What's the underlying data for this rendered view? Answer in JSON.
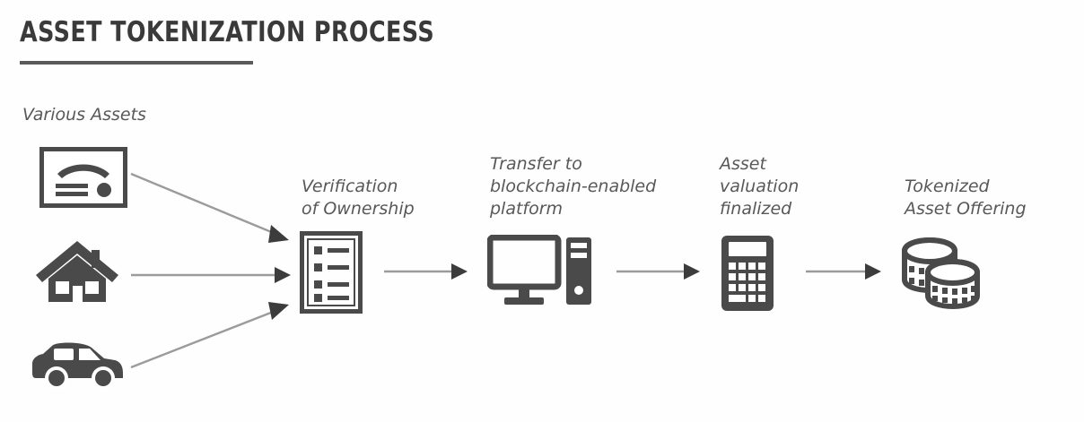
{
  "header": {
    "title": "ASSET TOKENIZATION PROCESS",
    "rule_color": "#5a5a5a"
  },
  "theme": {
    "background": "#fefefe",
    "icon_color": "#4a4a4a",
    "text_color": "#58585a",
    "title_color": "#3a3a3a",
    "arrow_line_color": "#9b9b9b",
    "arrow_head_color": "#3c3c3c"
  },
  "inputs": {
    "group_label": "Various Assets",
    "items": [
      {
        "id": "certificate",
        "icon": "certificate-icon",
        "name": "Certificate"
      },
      {
        "id": "house",
        "icon": "house-icon",
        "name": "House"
      },
      {
        "id": "car",
        "icon": "car-icon",
        "name": "Car"
      }
    ]
  },
  "flow": {
    "steps": [
      {
        "id": "verification",
        "label": "Verification\nof Ownership",
        "icon": "clipboard-checklist-icon"
      },
      {
        "id": "transfer",
        "label": "Transfer to\nblockchain-enabled\nplatform",
        "icon": "desktop-computer-icon"
      },
      {
        "id": "valuation",
        "label": "Asset\nvaluation\nfinalized",
        "icon": "calculator-icon"
      },
      {
        "id": "offering",
        "label": "Tokenized\nAsset Offering",
        "icon": "coin-stack-icon"
      }
    ],
    "connectors": [
      {
        "id": "certificate-to-verification",
        "type": "diagonal-down-right"
      },
      {
        "id": "house-to-verification",
        "type": "horizontal"
      },
      {
        "id": "car-to-verification",
        "type": "diagonal-up-right"
      },
      {
        "id": "verification-to-transfer",
        "type": "horizontal"
      },
      {
        "id": "transfer-to-valuation",
        "type": "horizontal"
      },
      {
        "id": "valuation-to-offering",
        "type": "horizontal"
      }
    ]
  }
}
